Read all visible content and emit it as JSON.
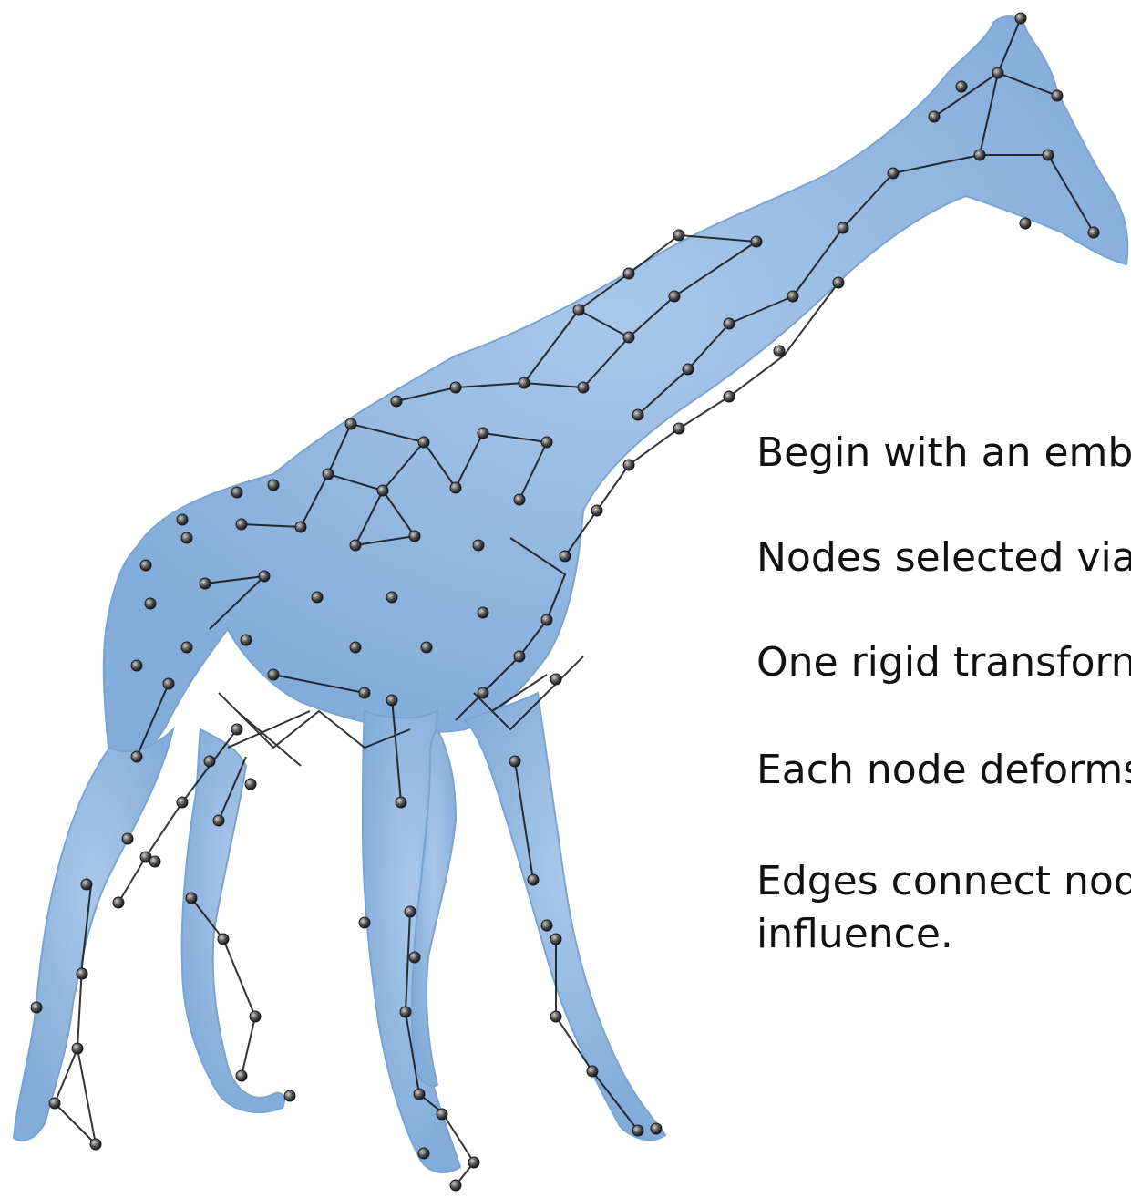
{
  "bullets": [
    "Begin with an emb",
    "Nodes selected via",
    "One rigid transforn",
    "Each node deforms",
    "Edges connect nod"
  ],
  "bullet_continuation": "influence.",
  "colors": {
    "mesh": "#86b0dc",
    "mesh_shadow": "#6b96c6",
    "mesh_highlight": "#a9c8ea",
    "node": "#3a3a3a",
    "edge": "#111111"
  },
  "illustration": "giraffe-embedded-deformation-graph"
}
